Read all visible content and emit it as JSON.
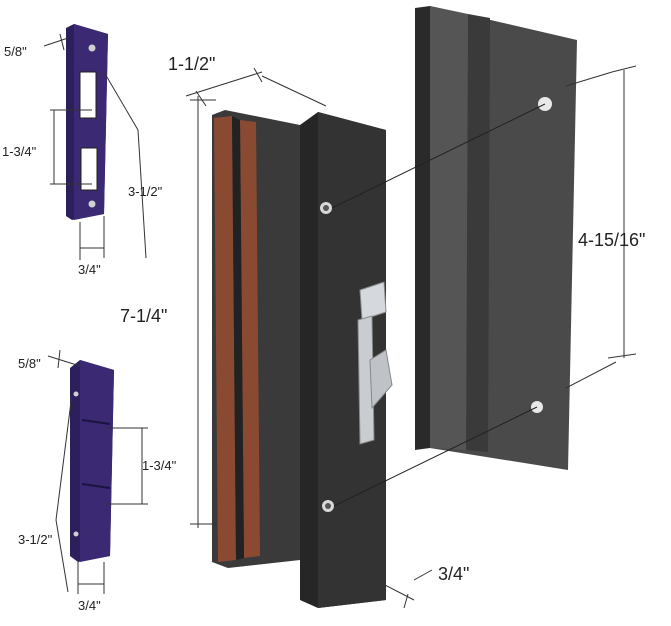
{
  "diagram": {
    "kind": "product dimension diagram",
    "colors": {
      "handle_body": "#3a3a3a",
      "handle_dark": "#1f1f1f",
      "wood_inlay": "#8a4a32",
      "keeper_purple": "#3b2a73",
      "latch_metal": "#c9ccd0",
      "exterior_pull": "#4a4a4a"
    },
    "labels": {
      "handle_width": "1-1/2\"",
      "handle_height": "7-1/4\"",
      "handle_depth": "3/4\"",
      "pull_hole_spacing": "4-15/16\"",
      "keeper1_width": "5/8\"",
      "keeper1_slot_spacing": "1-3/4\"",
      "keeper1_length": "3-1/2\"",
      "keeper1_depth": "3/4\"",
      "keeper2_width": "5/8\"",
      "keeper2_slot_spacing": "1-3/4\"",
      "keeper2_length": "3-1/2\"",
      "keeper2_depth": "3/4\""
    }
  }
}
